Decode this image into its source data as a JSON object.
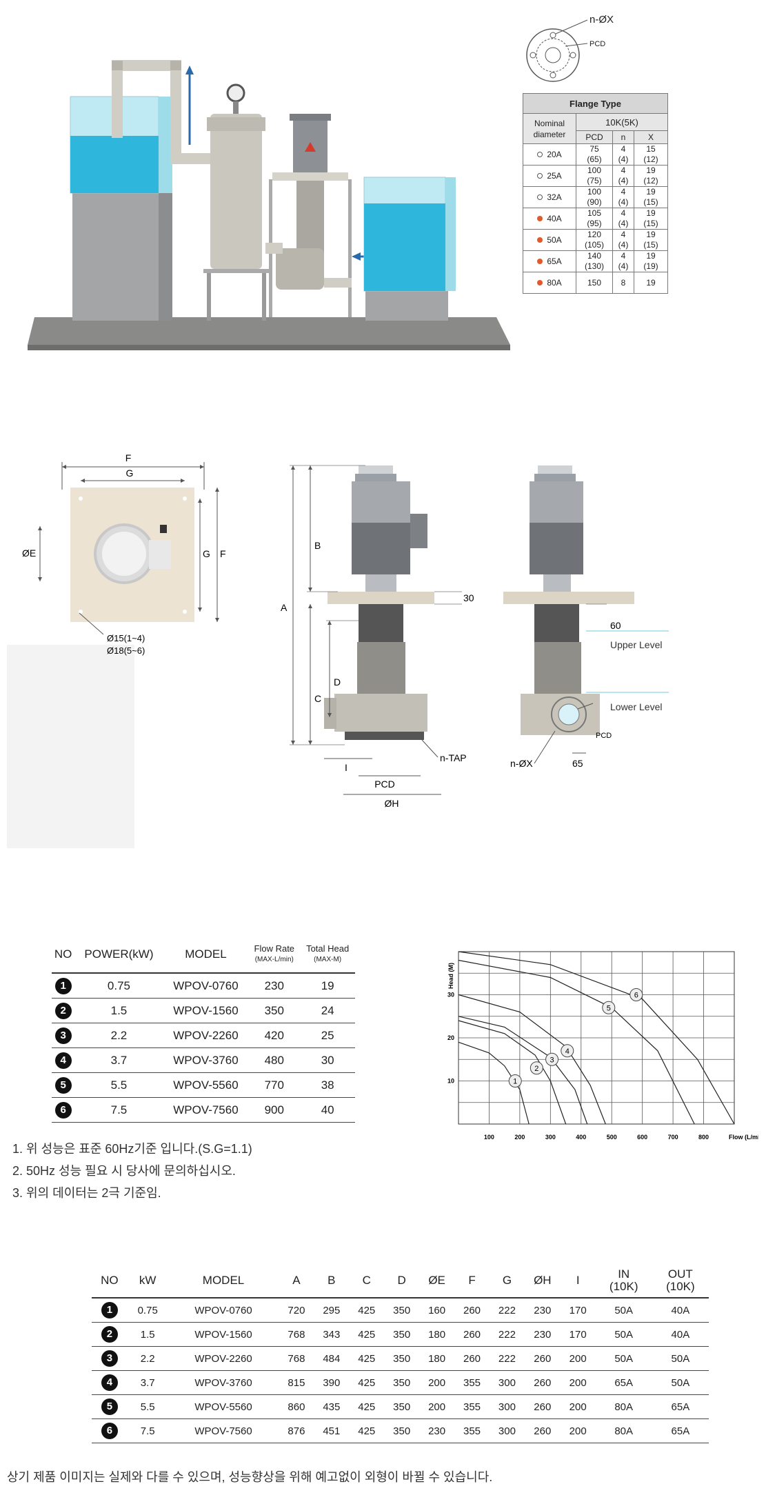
{
  "flange_diagram": {
    "holes_label": "n-ØX",
    "pcd_label": "PCD"
  },
  "flange_table": {
    "title": "Flange Type",
    "nominal_label": "Nominal diameter",
    "standard": "10K(5K)",
    "cols": [
      "PCD",
      "n",
      "X"
    ],
    "rows": [
      {
        "size": "20A",
        "marker": "open",
        "pcd": "75",
        "pcd2": "(65)",
        "n": "4",
        "n2": "(4)",
        "x": "15",
        "x2": "(12)"
      },
      {
        "size": "25A",
        "marker": "open",
        "pcd": "100",
        "pcd2": "(75)",
        "n": "4",
        "n2": "(4)",
        "x": "19",
        "x2": "(12)"
      },
      {
        "size": "32A",
        "marker": "open",
        "pcd": "100",
        "pcd2": "(90)",
        "n": "4",
        "n2": "(4)",
        "x": "19",
        "x2": "(15)"
      },
      {
        "size": "40A",
        "marker": "fill",
        "pcd": "105",
        "pcd2": "(95)",
        "n": "4",
        "n2": "(4)",
        "x": "19",
        "x2": "(15)"
      },
      {
        "size": "50A",
        "marker": "fill",
        "pcd": "120",
        "pcd2": "(105)",
        "n": "4",
        "n2": "(4)",
        "x": "19",
        "x2": "(15)"
      },
      {
        "size": "65A",
        "marker": "fill",
        "pcd": "140",
        "pcd2": "(130)",
        "n": "4",
        "n2": "(4)",
        "x": "19",
        "x2": "(19)"
      },
      {
        "size": "80A",
        "marker": "fill",
        "pcd": "150",
        "pcd2": "",
        "n": "8",
        "n2": "",
        "x": "19",
        "x2": ""
      }
    ],
    "marker_colors": {
      "fill": "#e25a2a",
      "open": "#ffffff"
    }
  },
  "dimension_drawing": {
    "top_view": {
      "f": "F",
      "g": "G",
      "e": "ØE",
      "g_side": "G",
      "f_side": "F",
      "hole1": "Ø15(1~4)",
      "hole2": "Ø18(5~6)"
    },
    "front_view": {
      "b": "B",
      "a": "A",
      "c": "C",
      "d": "D",
      "plate": "30",
      "i": "I",
      "pcd": "PCD",
      "h": "ØH",
      "tap": "n-TAP"
    },
    "side_view": {
      "sixty": "60",
      "upper": "Upper Level",
      "lower": "Lower Level",
      "pcd": "PCD",
      "holes": "n-ØX",
      "sixtyfive": "65"
    }
  },
  "performance_table": {
    "headers": {
      "no": "NO",
      "power": "POWER(kW)",
      "model": "MODEL",
      "flow": "Flow Rate",
      "flow_unit": "(MAX-L/min)",
      "head": "Total Head",
      "head_unit": "(MAX-M)"
    },
    "rows": [
      {
        "no": "1",
        "power": "0.75",
        "model": "WPOV-0760",
        "flow": "230",
        "head": "19"
      },
      {
        "no": "2",
        "power": "1.5",
        "model": "WPOV-1560",
        "flow": "350",
        "head": "24"
      },
      {
        "no": "3",
        "power": "2.2",
        "model": "WPOV-2260",
        "flow": "420",
        "head": "25"
      },
      {
        "no": "4",
        "power": "3.7",
        "model": "WPOV-3760",
        "flow": "480",
        "head": "30"
      },
      {
        "no": "5",
        "power": "5.5",
        "model": "WPOV-5560",
        "flow": "770",
        "head": "38"
      },
      {
        "no": "6",
        "power": "7.5",
        "model": "WPOV-7560",
        "flow": "900",
        "head": "40"
      }
    ]
  },
  "notes": [
    "1. 위 성능은 표준 60Hz기준 입니다.(S.G=1.1)",
    "2. 50Hz 성능 필요 시 당사에 문의하십시오.",
    "3. 위의 데이터는 2극 기준임."
  ],
  "chart_data": {
    "type": "line",
    "ylabel": "Head (M)",
    "xlabel": "Flow (L/min)",
    "xlim": [
      0,
      900
    ],
    "ylim": [
      0,
      40
    ],
    "x_ticks": [
      100,
      200,
      300,
      400,
      500,
      600,
      700,
      800
    ],
    "y_ticks": [
      10,
      20,
      30
    ],
    "grid": true,
    "series": [
      {
        "name": "1",
        "x": [
          0,
          100,
          150,
          200,
          230
        ],
        "y": [
          19,
          16.5,
          13.5,
          8,
          0
        ],
        "marker": [
          185,
          10
        ]
      },
      {
        "name": "2",
        "x": [
          0,
          150,
          250,
          300,
          350
        ],
        "y": [
          24,
          21,
          16,
          10,
          0
        ],
        "marker": [
          255,
          13
        ]
      },
      {
        "name": "3",
        "x": [
          0,
          150,
          300,
          380,
          420
        ],
        "y": [
          25,
          22.5,
          15.5,
          8,
          0
        ],
        "marker": [
          305,
          15
        ]
      },
      {
        "name": "4",
        "x": [
          0,
          200,
          350,
          430,
          480
        ],
        "y": [
          30,
          26,
          18,
          9,
          0
        ],
        "marker": [
          355,
          17
        ]
      },
      {
        "name": "5",
        "x": [
          0,
          300,
          500,
          650,
          770
        ],
        "y": [
          38,
          34,
          27,
          17,
          0
        ],
        "marker": [
          490,
          27
        ]
      },
      {
        "name": "6",
        "x": [
          0,
          300,
          600,
          780,
          900
        ],
        "y": [
          40,
          37,
          29,
          15,
          0
        ],
        "marker": [
          580,
          30
        ]
      }
    ]
  },
  "dimension_table": {
    "headers": [
      "NO",
      "kW",
      "MODEL",
      "A",
      "B",
      "C",
      "D",
      "ØE",
      "F",
      "G",
      "ØH",
      "I",
      "IN",
      "OUT"
    ],
    "in_sub": "(10K)",
    "out_sub": "(10K)",
    "rows": [
      [
        "1",
        "0.75",
        "WPOV-0760",
        "720",
        "295",
        "425",
        "350",
        "160",
        "260",
        "222",
        "230",
        "170",
        "50A",
        "40A"
      ],
      [
        "2",
        "1.5",
        "WPOV-1560",
        "768",
        "343",
        "425",
        "350",
        "180",
        "260",
        "222",
        "230",
        "170",
        "50A",
        "40A"
      ],
      [
        "3",
        "2.2",
        "WPOV-2260",
        "768",
        "484",
        "425",
        "350",
        "180",
        "260",
        "222",
        "260",
        "200",
        "50A",
        "50A"
      ],
      [
        "4",
        "3.7",
        "WPOV-3760",
        "815",
        "390",
        "425",
        "350",
        "200",
        "355",
        "300",
        "260",
        "200",
        "65A",
        "50A"
      ],
      [
        "5",
        "5.5",
        "WPOV-5560",
        "860",
        "435",
        "425",
        "350",
        "200",
        "355",
        "300",
        "260",
        "200",
        "80A",
        "65A"
      ],
      [
        "6",
        "7.5",
        "WPOV-7560",
        "876",
        "451",
        "425",
        "350",
        "230",
        "355",
        "300",
        "260",
        "200",
        "80A",
        "65A"
      ]
    ]
  },
  "disclaimer": "상기 제품 이미지는 실제와 다를 수 있으며, 성능향상을 위해 예고없이 외형이 바뀔 수 있습니다.",
  "colors": {
    "water": "#2fb6dc",
    "pump_body": "#c9c6bd",
    "motor": "#8d9095",
    "accent_arrow": "#2a6aa8"
  }
}
